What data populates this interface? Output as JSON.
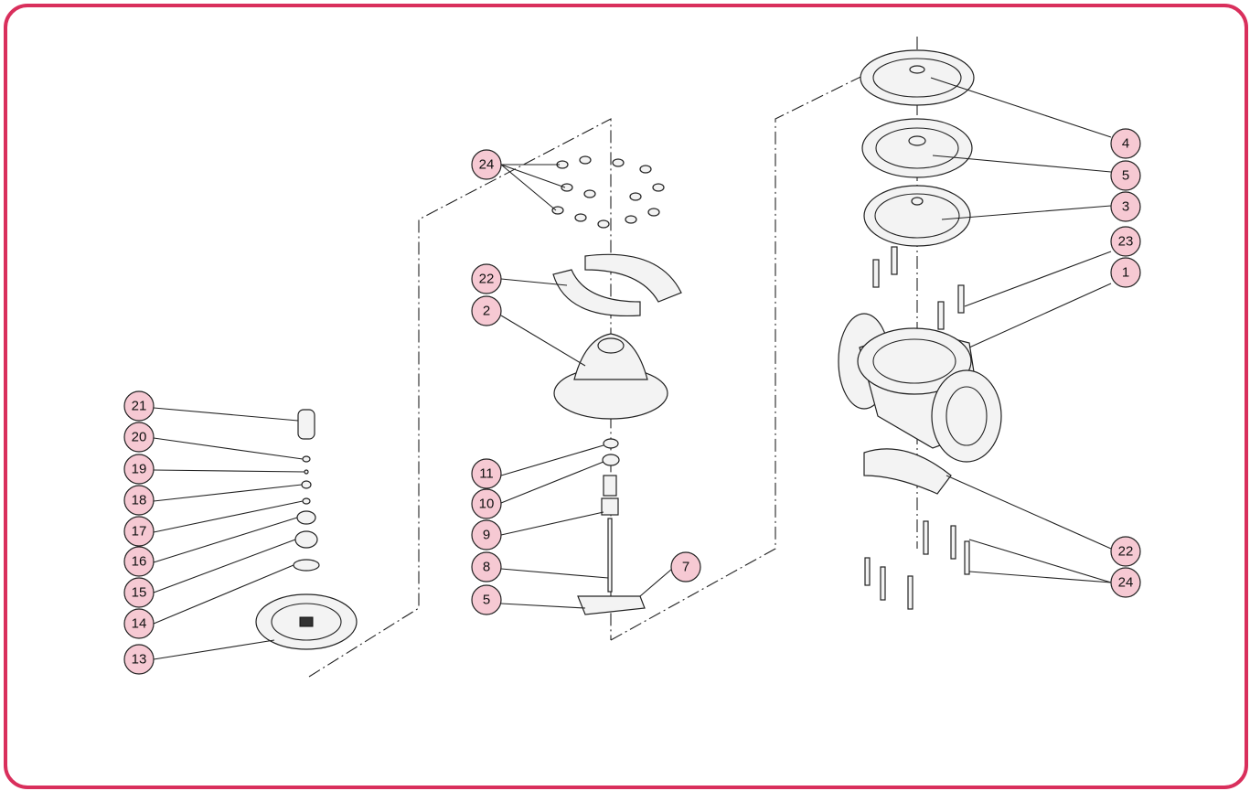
{
  "callouts": [
    {
      "id": "c4",
      "label": "4"
    },
    {
      "id": "c5a",
      "label": "5"
    },
    {
      "id": "c3",
      "label": "3"
    },
    {
      "id": "c23",
      "label": "23"
    },
    {
      "id": "c1",
      "label": "1"
    },
    {
      "id": "c22a",
      "label": "22"
    },
    {
      "id": "c24a",
      "label": "24"
    },
    {
      "id": "c24b",
      "label": "24"
    },
    {
      "id": "c22b",
      "label": "22"
    },
    {
      "id": "c2",
      "label": "2"
    },
    {
      "id": "c11",
      "label": "11"
    },
    {
      "id": "c10",
      "label": "10"
    },
    {
      "id": "c9",
      "label": "9"
    },
    {
      "id": "c8",
      "label": "8"
    },
    {
      "id": "c7",
      "label": "7"
    },
    {
      "id": "c5b",
      "label": "5"
    },
    {
      "id": "c21",
      "label": "21"
    },
    {
      "id": "c20",
      "label": "20"
    },
    {
      "id": "c19",
      "label": "19"
    },
    {
      "id": "c18",
      "label": "18"
    },
    {
      "id": "c17",
      "label": "17"
    },
    {
      "id": "c16",
      "label": "16"
    },
    {
      "id": "c15",
      "label": "15"
    },
    {
      "id": "c14",
      "label": "14"
    },
    {
      "id": "c13",
      "label": "13"
    }
  ],
  "colors": {
    "frame": "#d92f5c",
    "callout_fill": "#f6c9d3"
  }
}
